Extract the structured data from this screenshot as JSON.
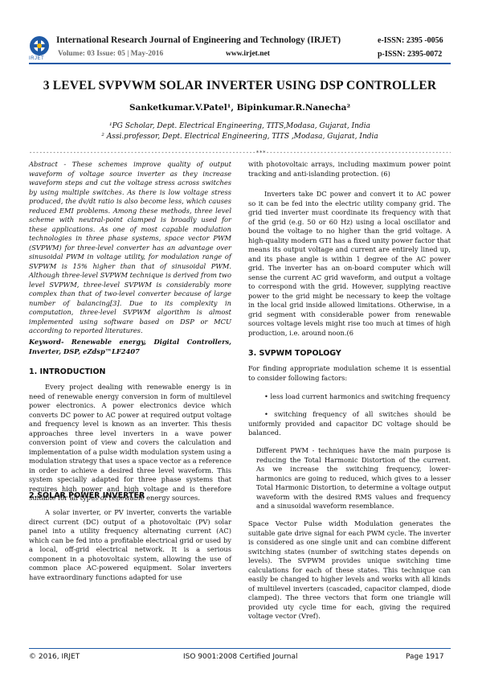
{
  "header": {
    "logo_text": "IRJET",
    "journal": "International Research Journal of Engineering and Technology (IRJET)",
    "eissn": "e-ISSN: 2395 -0056",
    "volume": "Volume: 03 Issue: 05 | May-2016",
    "website": "www.irjet.net",
    "pissn": "p-ISSN: 2395-0072"
  },
  "title": "3 LEVEL SVPVWM SOLAR INVERTER USING DSP CONTROLLER",
  "authors": "Sanketkumar.V.Patel¹, Bipinkumar.R.Nanecha²",
  "affiliations": [
    "¹PG Scholar, Dept. Electrical Engineering, TITS,Modasa, Gujarat, India",
    "² Assi.professor, Dept. Electrical Engineering, TITS ,Modasa, Gujarat, India"
  ],
  "separator": "-------------------------------------------------------------------***-------------------------------------------------------------------",
  "abstract": "Abstract - These schemes improve quality of output waveform of voltage source inverter as they increase waveform steps and cut the voltage stress across switches by using multiple switches. As there is low voltage stress produced, the dv/dt ratio is also become less, which causes reduced EMI problems. Among these methods, three level scheme with neutral-point clamped is broadly used for these applications. As one of most capable modulation technologies in three phase systems, space vector PWM (SVPWM) for three-level converter has an advantage over sinusoidal PWM in voltage utility, for modulation range of SVPWM is 15% higher than that of sinusoidal PWM. Although three-level SVPWM technique is derived from two level SVPWM, three-level SVPWM is considerably more complex than that of two-level converter because of large number of balancing[3]. Due to its complexity in computation, three-level SVPWM algorithm is almost implemented using software based on DSP or MCU according to reported literatures.",
  "keywords": "Keyword- Renewable energy, Digital Controllers, Inverter, DSP, eZdsp™LF2407",
  "sections": {
    "intro_heading": "1. INTRODUCTION",
    "intro_text": "Every project dealing with renewable energy is in need of renewable energy conversion in form of multilevel power electronics. A power electronics device which converts DC power to AC power at required output voltage and frequency level is known as an inverter. This thesis approaches three level inverters in a wave power conversion point of view and covers the calculation and implementation of a pulse width modulation system using a modulation strategy that uses a space vector as a reference in order to achieve a desired three level waveform. This system specially adapted for three phase systems that requires high power and high voltage and is therefore suitable for all types of renewable energy sources.",
    "solar_heading": "2.SOLAR POWER INVERTER",
    "solar_text": "A solar inverter, or PV inverter, converts the variable direct current (DC) output of a photovoltaic (PV) solar panel into a utility frequency alternating current (AC) which can be fed into a profitable electrical grid or used by a local, off-grid electrical network. It is a serious component in a photovoltaic system, allowing the use of common place AC-powered equipment. Solar inverters have extraordinary functions adapted for use",
    "right_p1": "with photovoltaic arrays, including maximum power point tracking and anti-islanding protection. (6)",
    "right_p2": "Inverters take DC power and convert it to AC power so it can be fed into the electric utility company grid. The grid tied inverter must coordinate its frequency with that of the grid (e.g. 50 or 60 Hz) using a local oscillator and bound the voltage to no higher than the grid voltage. A high-quality modern GTI has a fixed unity power factor that means its output voltage and current are entirely lined up, and its phase angle is within 1 degree of the AC power grid. The inverter has an on-board computer which will sense the current AC grid waveform, and output a voltage to correspond with the grid. However, supplying reactive power to the grid might be necessary to keep the voltage in the local grid inside allowed limitations. Otherwise, in a grid segment with considerable power from renewable sources voltage levels might rise too much at times of high production, i.e. around noon.(6",
    "svpwm_heading": "3. SVPWM TOPOLOGY",
    "svpwm_intro": "For finding appropriate modulation scheme it is essential to consider following factors:",
    "bullet1": "• less load current harmonics and switching frequency",
    "bullet2": "• switching frequency of all switches should be uniformly provided and capacitor DC voltage should be balanced.",
    "svpwm_p2": "Different PWM - techniques have the main purpose is reducing the Total Harmonic Distortion of the current. As we increase the switching frequency, lower-harmonics are going to reduced, which gives to a lesser Total Harmonic Distortion, to determine a voltage output waveform with the desired RMS values and frequency and a sinusoidal waveform resemblance.",
    "svpwm_p3": "Space Vector Pulse width Modulation generates the suitable gate drive signal for each PWM cycle. The inverter is considered as one single unit and can combine different switching states (number of switching states depends on levels). The SVPWM provides unique switching time calculations for each of these states. This technique can easily be changed to higher levels and works with all kinds of multilevel inverters (cascaded, capacitor clamped, diode clamped). The three vectors that form one triangle will provided uty cycle time for each, giving the required voltage vector (Vref)."
  },
  "footer": {
    "copyright": "© 2016, IRJET",
    "iso": "ISO 9001:2008 Certified Journal",
    "page": "Page 1917"
  },
  "colors": {
    "accent": "#1f5aa6",
    "volume_gray": "#6b6b6b"
  }
}
